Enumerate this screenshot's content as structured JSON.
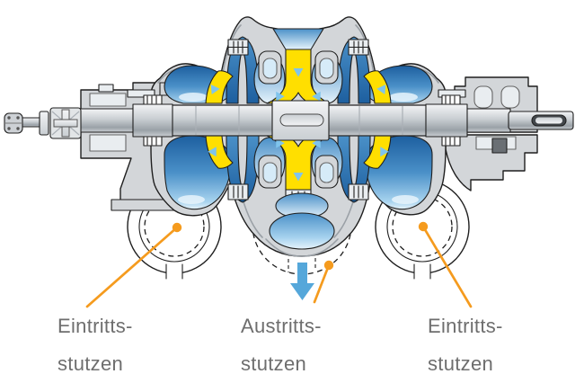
{
  "figure": {
    "alt_text": "Cutaway cross-section illustration of a multistage double-suction centrifugal pump with yellow impeller channels, blue flow passages, a horizontal shaft and three labelled nozzles"
  },
  "labels": {
    "inlet_left": {
      "line1": "Eintritts-",
      "line2": "stutzen"
    },
    "outlet_center": {
      "line1": "Austritts-",
      "line2": "stutzen"
    },
    "inlet_right": {
      "line1": "Eintritts-",
      "line2": "stutzen"
    }
  },
  "icons": {
    "discharge_arrow": "downward-flow-arrow",
    "callout_marker": "orange-dot-leader"
  },
  "colors": {
    "background": "#ffffff",
    "casing_gray": "#d3d6d9",
    "casing_shadow": "#9aa0a6",
    "outline_dark": "#1f1f1f",
    "flow_blue_dark": "#1d5f9f",
    "flow_blue_mid": "#4a90c8",
    "flow_blue_light": "#a9d4ef",
    "flow_blue_pale": "#e6f3fb",
    "impeller_yellow": "#ffdf00",
    "chevron_blue": "#7fc4ec",
    "arrow_blue": "#55a7da",
    "callout_orange": "#f59b1e",
    "label_gray": "#6e6e6e",
    "shaft_light": "#f3f4f6",
    "shaft_mid": "#c9ced2",
    "shaft_dark": "#9aa1a7"
  }
}
